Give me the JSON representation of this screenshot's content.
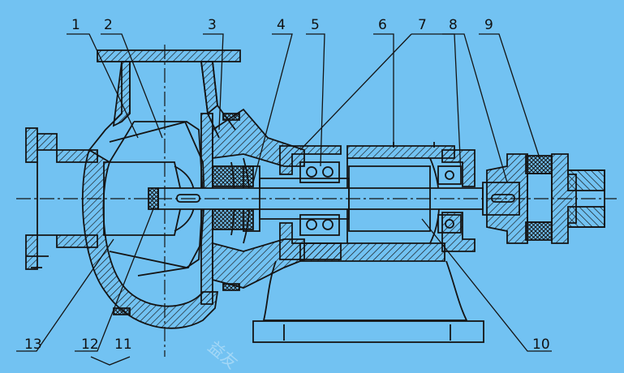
{
  "colors": {
    "background": "#72c2f2",
    "line": "#141414",
    "hatch": "#141414"
  },
  "callouts": [
    {
      "id": "1",
      "text": "1"
    },
    {
      "id": "2",
      "text": "2"
    },
    {
      "id": "3",
      "text": "3"
    },
    {
      "id": "4",
      "text": "4"
    },
    {
      "id": "5",
      "text": "5"
    },
    {
      "id": "6",
      "text": "6"
    },
    {
      "id": "7",
      "text": "7"
    },
    {
      "id": "8",
      "text": "8"
    },
    {
      "id": "9",
      "text": "9"
    },
    {
      "id": "10",
      "text": "10"
    },
    {
      "id": "11",
      "text": "11"
    },
    {
      "id": "12",
      "text": "12"
    },
    {
      "id": "13",
      "text": "13"
    }
  ],
  "watermark": "益友"
}
